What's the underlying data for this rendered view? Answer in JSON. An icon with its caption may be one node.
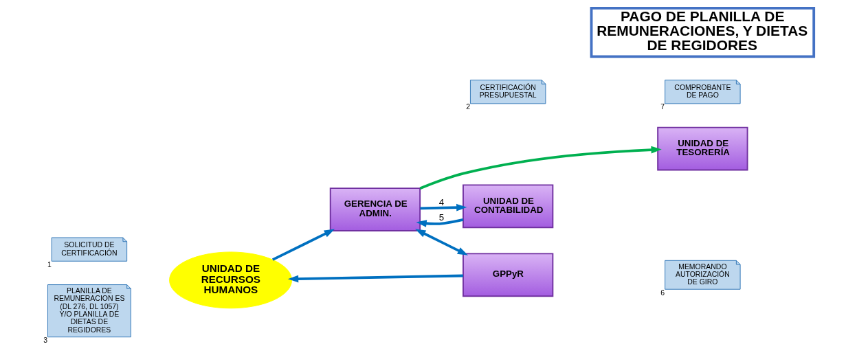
{
  "diagram": {
    "nodes": [
      {
        "text": [
          "SOLICITUD DE CERTIFICACIÓN"
        ],
        "beside": [
          "1"
        ]
      },
      {
        "text": [
          "UNIDAD DE RECURSOS HUMANOS"
        ]
      },
      {
        "text": [
          "GERENCIA DE ADMIN."
        ]
      },
      {
        "text": [
          "GPPyR"
        ]
      },
      {
        "text": [
          "UNIDAD DE TESORERÍA"
        ]
      },
      {
        "text": [
          "MEMORANDO AUTORIZACIÓN DE GIRO"
        ],
        "beside": [
          "6"
        ]
      },
      {
        "text": [
          "PLANILLA DE REMUNERACION ES (DL 276, DL 1057) Y/O PLANILLA DE DIETAS DE REGIDORES"
        ],
        "beside": [
          "3"
        ]
      },
      {
        "text": [
          "UNIDAD DE CONTABILIDAD"
        ]
      },
      {
        "text": [
          "CERTIFICACIÓN PRESUPUESTAL"
        ],
        "beside": [
          "2"
        ]
      },
      {
        "text": [
          "COMPROBANTE DE PAGO"
        ],
        "beside": [
          "7"
        ]
      },
      {
        "text": [
          "PAGO DE PLANILLA DE REMUNERACIONES, Y DIETAS DE REGIDORES"
        ]
      }
    ],
    "edges": [
      {
        "from": 1,
        "to": 2,
        "arrow": "to"
      },
      {
        "from": 2,
        "to": 3,
        "arrow": "both"
      },
      {
        "from": 3,
        "to": 1,
        "arrow": "to"
      },
      {
        "from": 2,
        "to": 4,
        "arrow": "to",
        "color": "#00b050"
      },
      {
        "from": 2,
        "to": 7,
        "arrow": "to",
        "label": "4"
      },
      {
        "from": 7,
        "to": 2,
        "arrow": "to",
        "label": "5"
      }
    ]
  }
}
